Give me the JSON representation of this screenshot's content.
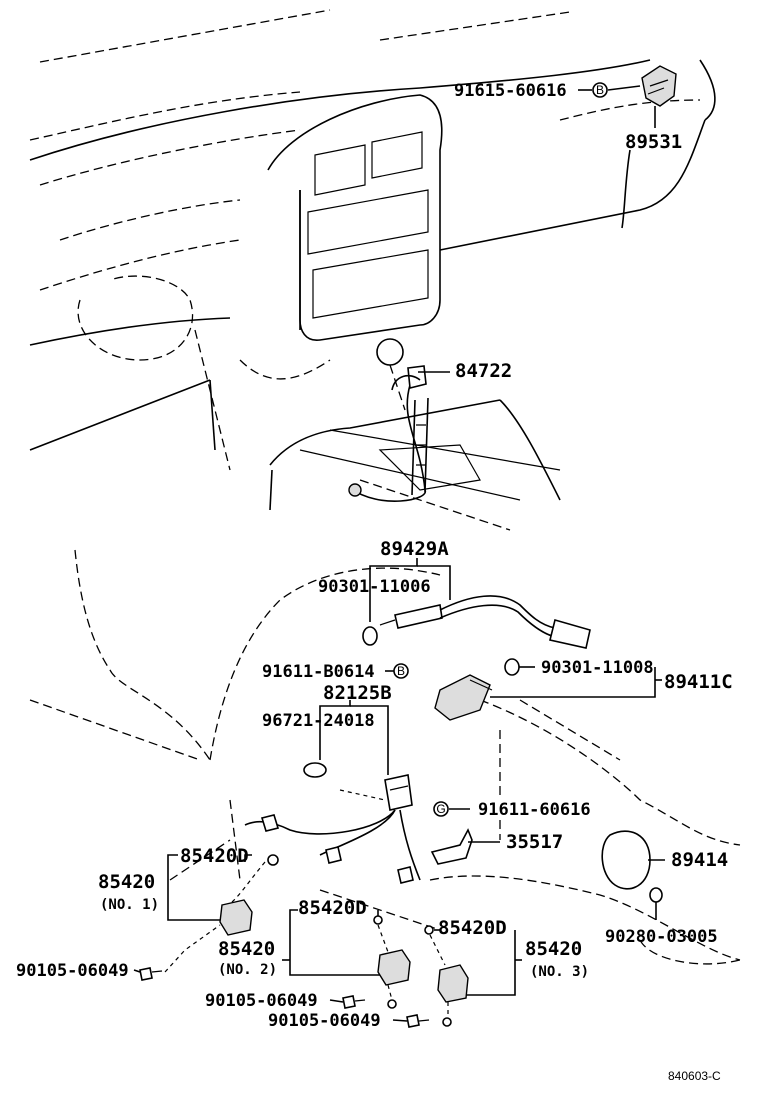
{
  "labels": {
    "p91615": "91615-60616",
    "p89531": "89531",
    "p84722": "84722",
    "p89429a": "89429A",
    "p90301a": "90301-11006",
    "p91611b": "91611-B0614",
    "p82125b": "82125B",
    "p90301b": "90301-11008",
    "p89411c": "89411C",
    "p96721": "96721-24018",
    "p91611": "91611-60616",
    "p35517": "35517",
    "p85420d_1": "85420D",
    "p85420_1": "85420",
    "p85420_1_sub": "(NO. 1)",
    "p89414": "89414",
    "p85420d_2": "85420D",
    "p85420d_3": "85420D",
    "p85420_3": "85420",
    "p85420_3_sub": "(NO. 3)",
    "p90280": "90280-03005",
    "p85420_2": "85420",
    "p85420_2_sub": "(NO. 2)",
    "p90105_1": "90105-06049",
    "p90105_2": "90105-06049",
    "p90105_3": "90105-06049",
    "code": "840603-C"
  },
  "marks": {
    "bolt_b": "B",
    "bolt_g": "G"
  },
  "icons": {
    "bolt": "hex-bolt-icon",
    "washer": "washer-icon"
  }
}
